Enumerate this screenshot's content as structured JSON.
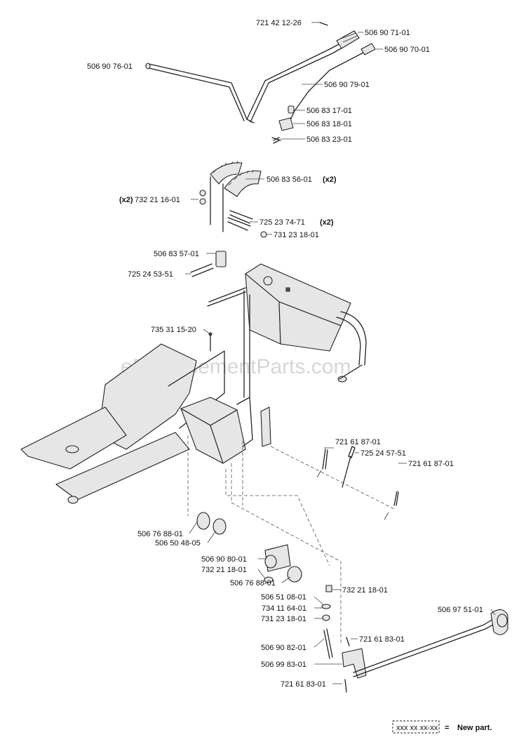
{
  "watermark": "eReplacementParts.com",
  "parts": [
    {
      "id": "p1",
      "number": "721 42 12-26",
      "qty": ""
    },
    {
      "id": "p2",
      "number": "506 90 71-01",
      "qty": ""
    },
    {
      "id": "p3",
      "number": "506 90 70-01",
      "qty": ""
    },
    {
      "id": "p4",
      "number": "506 90 76-01",
      "qty": ""
    },
    {
      "id": "p5",
      "number": "506 90 79-01",
      "qty": ""
    },
    {
      "id": "p6",
      "number": "506 83 17-01",
      "qty": ""
    },
    {
      "id": "p7",
      "number": "506 83 18-01",
      "qty": ""
    },
    {
      "id": "p8",
      "number": "506 83 23-01",
      "qty": ""
    },
    {
      "id": "p9",
      "number": "506 83 56-01",
      "qty": "(x2)"
    },
    {
      "id": "p10",
      "number": "732 21 16-01",
      "qty": "(x2)"
    },
    {
      "id": "p11",
      "number": "725 23 74-71",
      "qty": "(x2)"
    },
    {
      "id": "p12",
      "number": "731 23 18-01",
      "qty": ""
    },
    {
      "id": "p13",
      "number": "506 83 57-01",
      "qty": ""
    },
    {
      "id": "p14",
      "number": "725 24 53-51",
      "qty": ""
    },
    {
      "id": "p15",
      "number": "735 31 15-20",
      "qty": ""
    },
    {
      "id": "p16",
      "number": "721 61 87-01",
      "qty": ""
    },
    {
      "id": "p17",
      "number": "725 24 57-51",
      "qty": ""
    },
    {
      "id": "p18",
      "number": "721 61 87-01",
      "qty": ""
    },
    {
      "id": "p19",
      "number": "506 76 88-01",
      "qty": ""
    },
    {
      "id": "p20",
      "number": "506 50 48-05",
      "qty": ""
    },
    {
      "id": "p21",
      "number": "506 90 80-01",
      "qty": ""
    },
    {
      "id": "p22",
      "number": "732 21 18-01",
      "qty": ""
    },
    {
      "id": "p23",
      "number": "506 76 88-01",
      "qty": ""
    },
    {
      "id": "p24",
      "number": "732 21 18-01",
      "qty": ""
    },
    {
      "id": "p25",
      "number": "506 51 08-01",
      "qty": ""
    },
    {
      "id": "p26",
      "number": "734 11 64-01",
      "qty": ""
    },
    {
      "id": "p27",
      "number": "731 23 18-01",
      "qty": ""
    },
    {
      "id": "p28",
      "number": "506 97 51-01",
      "qty": ""
    },
    {
      "id": "p29",
      "number": "506 90 82-01",
      "qty": ""
    },
    {
      "id": "p30",
      "number": "721 61 83-01",
      "qty": ""
    },
    {
      "id": "p31",
      "number": "506 99 83-01",
      "qty": ""
    },
    {
      "id": "p32",
      "number": "721 61 83-01",
      "qty": ""
    }
  ],
  "legend": {
    "sample": "xxx xx xx-xx",
    "equals": "=",
    "text": "New part."
  }
}
